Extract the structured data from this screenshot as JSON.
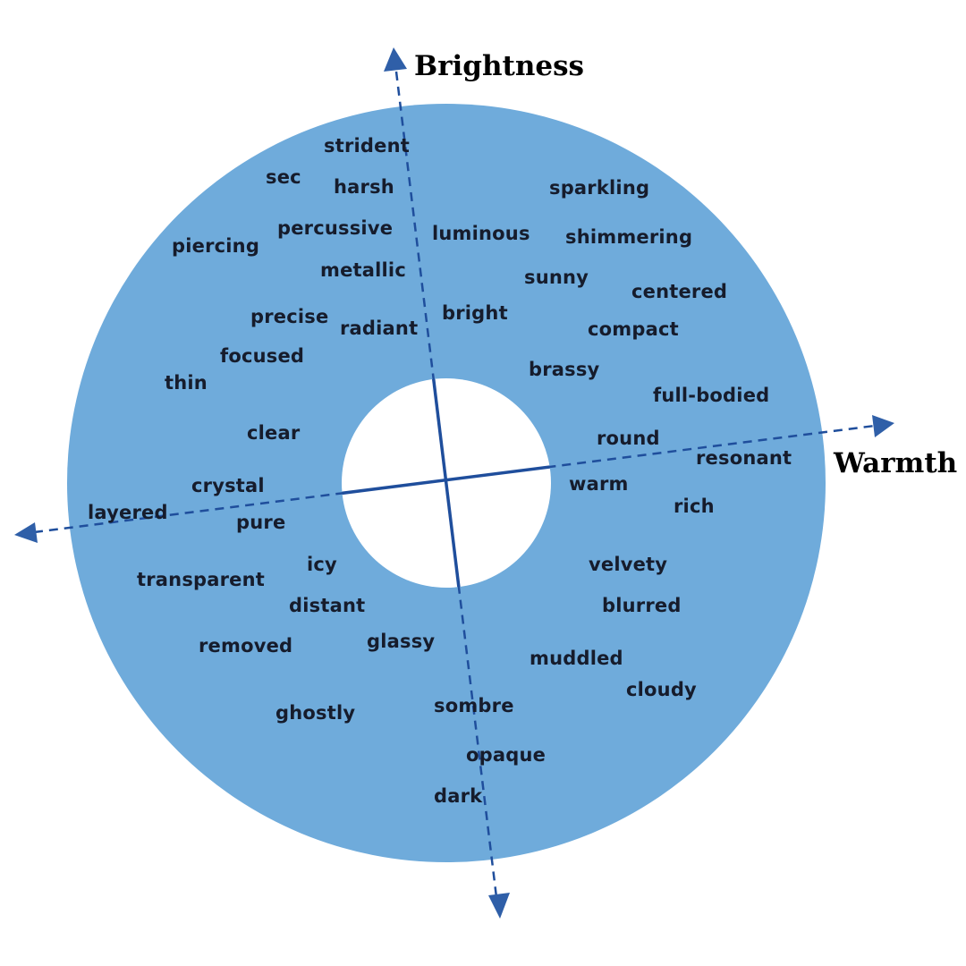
{
  "colors": {
    "ring_fill": "#6fabdb",
    "center_fill": "#ffffff",
    "axis_line": "#1f4e9c",
    "arrow": "#2f5fa8",
    "word_text": "#161c2c",
    "title_text": "#000000"
  },
  "axes": {
    "vertical_title": "Brightness",
    "horizontal_title": "Warmth"
  },
  "words": [
    {
      "id": "strident",
      "text": "strident"
    },
    {
      "id": "sec",
      "text": "sec"
    },
    {
      "id": "harsh",
      "text": "harsh"
    },
    {
      "id": "sparkling",
      "text": "sparkling"
    },
    {
      "id": "percussive",
      "text": "percussive"
    },
    {
      "id": "luminous",
      "text": "luminous"
    },
    {
      "id": "shimmering",
      "text": "shimmering"
    },
    {
      "id": "piercing",
      "text": "piercing"
    },
    {
      "id": "metallic",
      "text": "metallic"
    },
    {
      "id": "sunny",
      "text": "sunny"
    },
    {
      "id": "centered",
      "text": "centered"
    },
    {
      "id": "precise",
      "text": "precise"
    },
    {
      "id": "bright",
      "text": "bright"
    },
    {
      "id": "radiant",
      "text": "radiant"
    },
    {
      "id": "compact",
      "text": "compact"
    },
    {
      "id": "focused",
      "text": "focused"
    },
    {
      "id": "brassy",
      "text": "brassy"
    },
    {
      "id": "thin",
      "text": "thin"
    },
    {
      "id": "full-bodied",
      "text": "full-bodied"
    },
    {
      "id": "clear",
      "text": "clear"
    },
    {
      "id": "round",
      "text": "round"
    },
    {
      "id": "resonant",
      "text": "resonant"
    },
    {
      "id": "crystal",
      "text": "crystal"
    },
    {
      "id": "warm",
      "text": "warm"
    },
    {
      "id": "layered",
      "text": "layered"
    },
    {
      "id": "rich",
      "text": "rich"
    },
    {
      "id": "pure",
      "text": "pure"
    },
    {
      "id": "icy",
      "text": "icy"
    },
    {
      "id": "velvety",
      "text": "velvety"
    },
    {
      "id": "transparent",
      "text": "transparent"
    },
    {
      "id": "distant",
      "text": "distant"
    },
    {
      "id": "blurred",
      "text": "blurred"
    },
    {
      "id": "removed",
      "text": "removed"
    },
    {
      "id": "glassy",
      "text": "glassy"
    },
    {
      "id": "muddled",
      "text": "muddled"
    },
    {
      "id": "cloudy",
      "text": "cloudy"
    },
    {
      "id": "sombre",
      "text": "sombre"
    },
    {
      "id": "ghostly",
      "text": "ghostly"
    },
    {
      "id": "opaque",
      "text": "opaque"
    },
    {
      "id": "dark",
      "text": "dark"
    }
  ]
}
